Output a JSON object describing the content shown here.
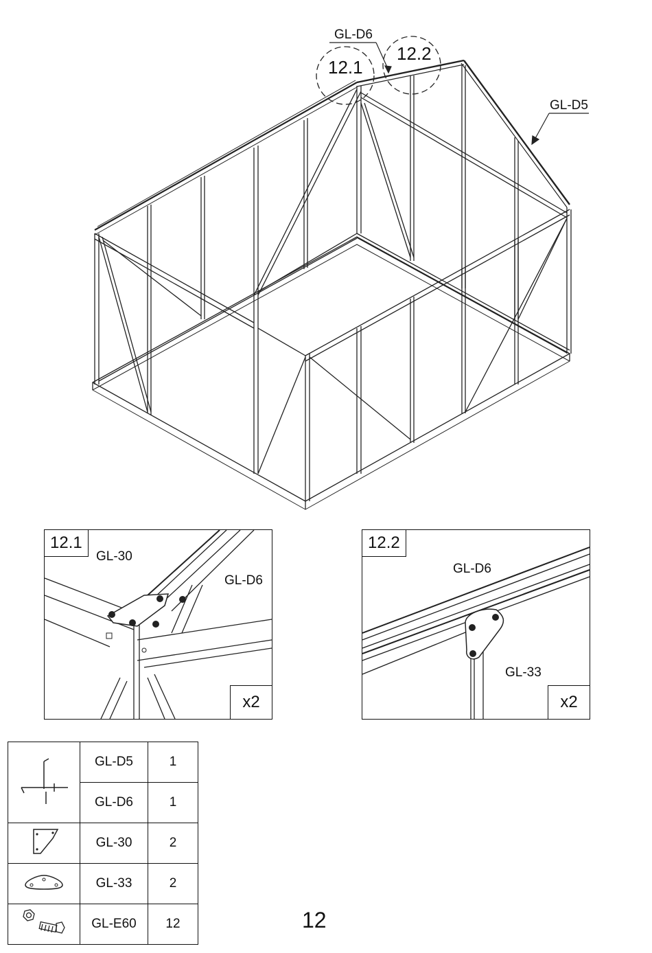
{
  "main_view": {
    "callouts": [
      {
        "id": "12.1"
      },
      {
        "id": "12.2"
      }
    ],
    "labels": {
      "top_part": "GL-D6",
      "right_part": "GL-D5",
      "circle_1": "12.1",
      "circle_2": "12.2"
    }
  },
  "detail_1": {
    "tag": "12.1",
    "part_a": "GL-30",
    "part_b": "GL-D6",
    "multiplier": "x2"
  },
  "detail_2": {
    "tag": "12.2",
    "part_a": "GL-D6",
    "part_b": "GL-33",
    "multiplier": "x2"
  },
  "parts_table": {
    "rows": [
      {
        "code": "GL-D5",
        "qty": "1",
        "icon": "profile-bar-icon"
      },
      {
        "code": "GL-D6",
        "qty": "1",
        "icon": "profile-bar-icon"
      },
      {
        "code": "GL-30",
        "qty": "2",
        "icon": "corner-plate-icon"
      },
      {
        "code": "GL-33",
        "qty": "2",
        "icon": "tri-plate-icon"
      },
      {
        "code": "GL-E60",
        "qty": "12",
        "icon": "bolt-nut-icon"
      }
    ]
  },
  "page_number": "12"
}
